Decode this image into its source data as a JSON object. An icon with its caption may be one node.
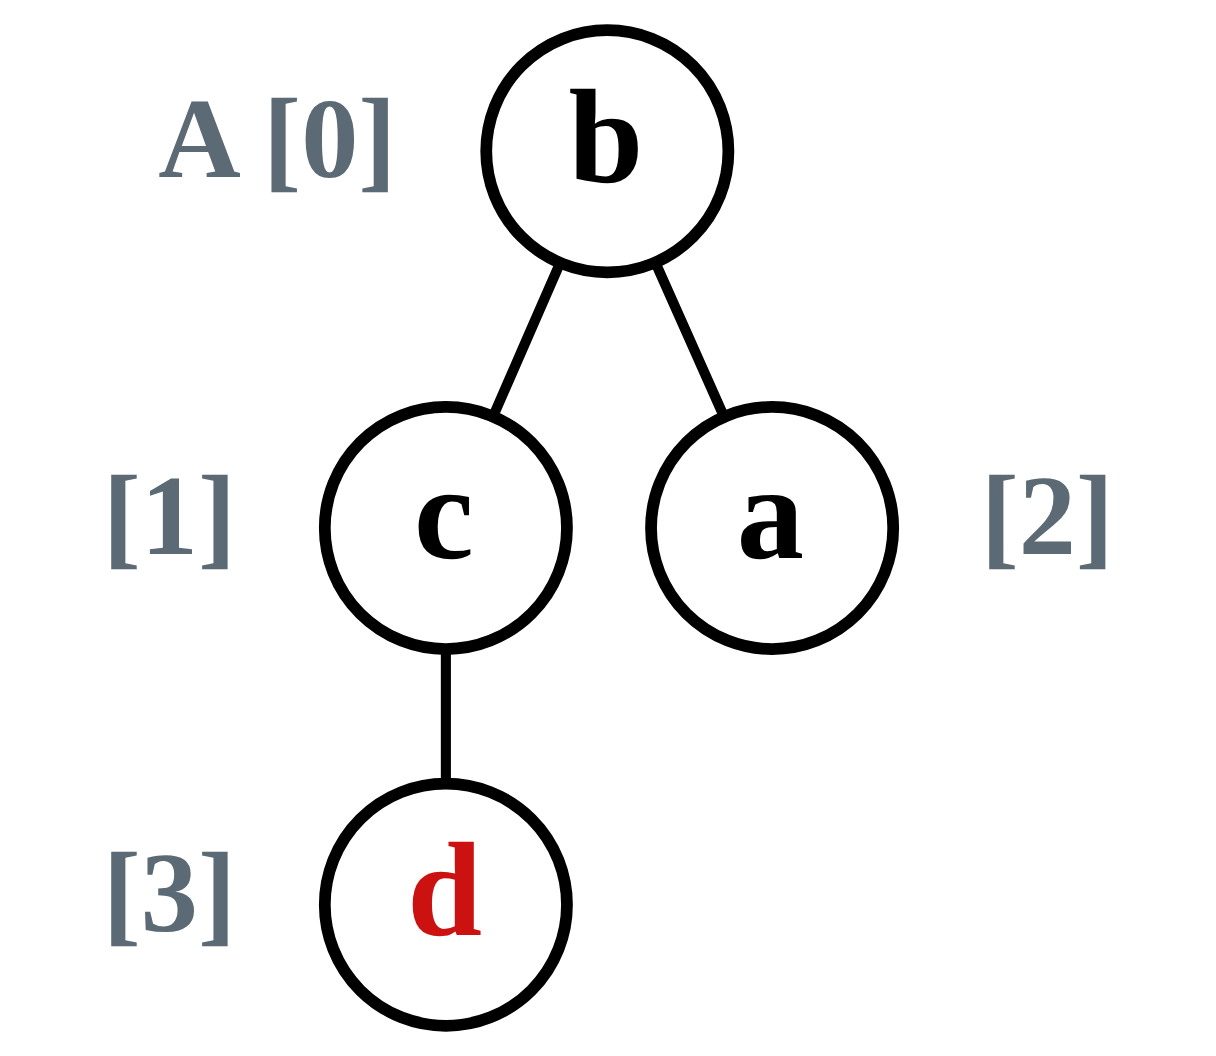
{
  "diagram": {
    "nodes": [
      {
        "text": [
          "b"
        ],
        "beside": [
          "A [0]"
        ]
      },
      {
        "text": [
          "c"
        ],
        "beside": [
          "[1]"
        ]
      },
      {
        "text": [
          "a"
        ],
        "beside": [
          "[2]"
        ]
      },
      {
        "text": [
          "d"
        ],
        "beside": [
          "[3]"
        ]
      }
    ],
    "edges": [
      {
        "from": 0,
        "to": 1,
        "arrow": "none"
      },
      {
        "from": 0,
        "to": 2,
        "arrow": "none"
      },
      {
        "from": 1,
        "to": 3,
        "arrow": "none"
      }
    ]
  }
}
